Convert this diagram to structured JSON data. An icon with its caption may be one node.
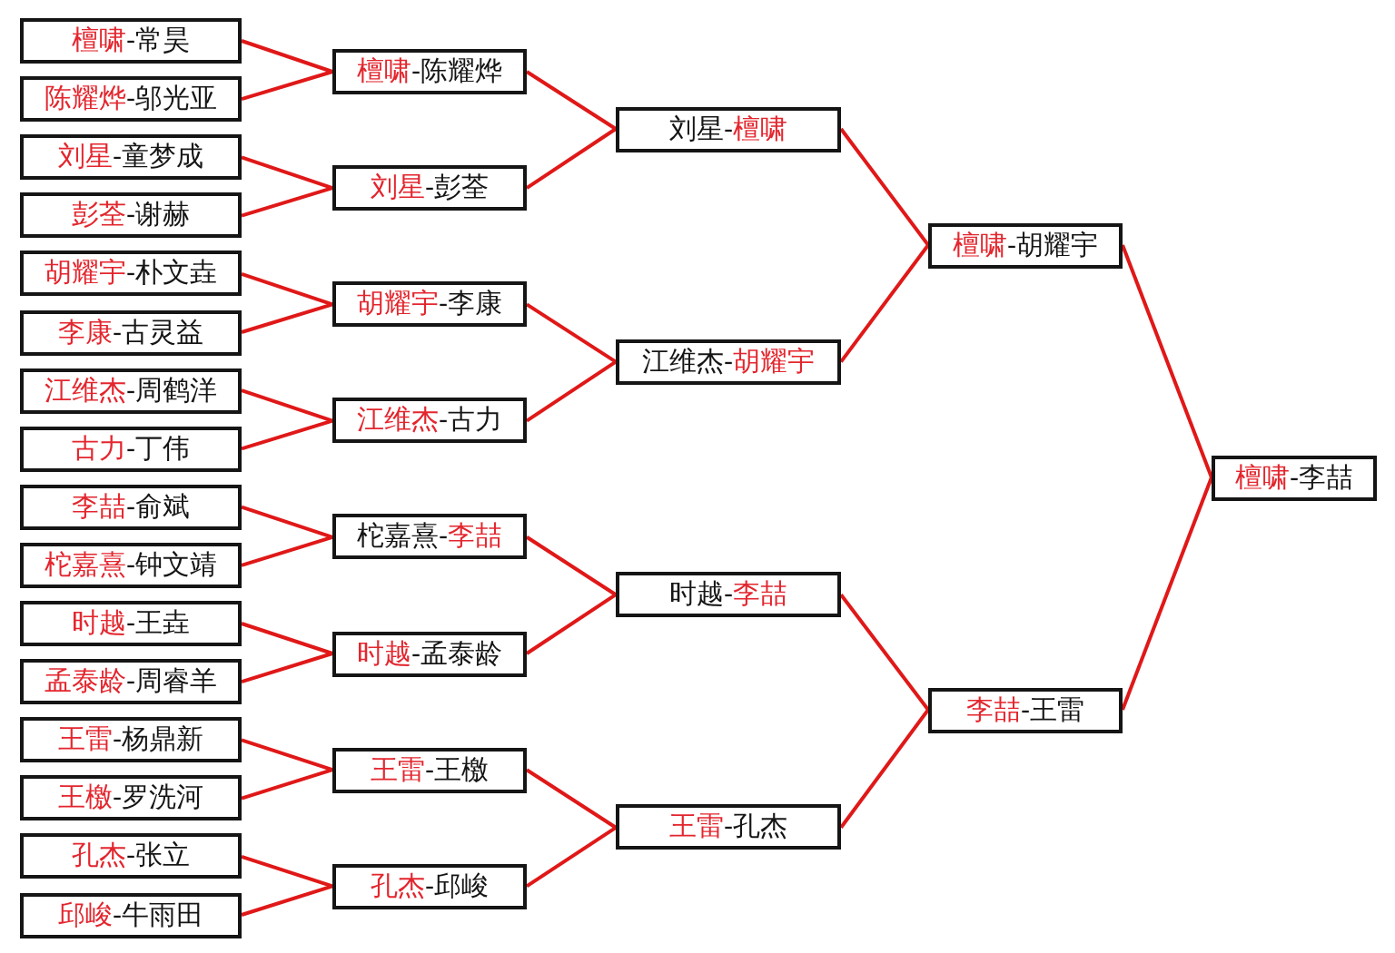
{
  "diagram": {
    "nodes": [
      {
        "text": [
          "*檀啸*-常昊"
        ]
      },
      {
        "text": [
          "*陈耀烨*-邬光亚"
        ]
      },
      {
        "text": [
          "*刘星*-童梦成"
        ]
      },
      {
        "text": [
          "*彭荃*-谢赫"
        ]
      },
      {
        "text": [
          "*胡耀宇*-朴文垚"
        ]
      },
      {
        "text": [
          "*李康*-古灵益"
        ]
      },
      {
        "text": [
          "*江维杰*-周鹤洋"
        ]
      },
      {
        "text": [
          "*古力*-丁伟"
        ]
      },
      {
        "text": [
          "*李喆*-俞斌"
        ]
      },
      {
        "text": [
          "*柁嘉熹*-钟文靖"
        ]
      },
      {
        "text": [
          "*时越*-王垚"
        ]
      },
      {
        "text": [
          "*孟泰龄*-周睿羊"
        ]
      },
      {
        "text": [
          "*王雷*-杨鼎新"
        ]
      },
      {
        "text": [
          "*王檄*-罗洗河"
        ]
      },
      {
        "text": [
          "*孔杰*-张立"
        ]
      },
      {
        "text": [
          "*邱峻*-牛雨田"
        ]
      },
      {
        "text": [
          "*檀啸*-陈耀烨"
        ]
      },
      {
        "text": [
          "*刘星*-彭荃"
        ]
      },
      {
        "text": [
          "*胡耀宇*-李康"
        ]
      },
      {
        "text": [
          "*江维杰*-古力"
        ]
      },
      {
        "text": [
          "柁嘉熹-*李喆*"
        ]
      },
      {
        "text": [
          "*时越*-孟泰龄"
        ]
      },
      {
        "text": [
          "*王雷*-王檄"
        ]
      },
      {
        "text": [
          "*孔杰*-邱峻"
        ]
      },
      {
        "text": [
          "刘星-*檀啸*"
        ]
      },
      {
        "text": [
          "江维杰-*胡耀宇*"
        ]
      },
      {
        "text": [
          "时越-*李喆*"
        ]
      },
      {
        "text": [
          "*王雷*-孔杰"
        ]
      },
      {
        "text": [
          "*檀啸*-胡耀宇"
        ]
      },
      {
        "text": [
          "*李喆*-王雷"
        ]
      },
      {
        "text": [
          "*檀啸*-李喆"
        ]
      }
    ],
    "edges": [
      {
        "from": 0,
        "to": 16,
        "arrow": "none"
      },
      {
        "from": 1,
        "to": 16,
        "arrow": "none"
      },
      {
        "from": 2,
        "to": 17,
        "arrow": "none"
      },
      {
        "from": 3,
        "to": 17,
        "arrow": "none"
      },
      {
        "from": 4,
        "to": 18,
        "arrow": "none"
      },
      {
        "from": 5,
        "to": 18,
        "arrow": "none"
      },
      {
        "from": 6,
        "to": 19,
        "arrow": "none"
      },
      {
        "from": 7,
        "to": 19,
        "arrow": "none"
      },
      {
        "from": 8,
        "to": 20,
        "arrow": "none"
      },
      {
        "from": 9,
        "to": 20,
        "arrow": "none"
      },
      {
        "from": 10,
        "to": 21,
        "arrow": "none"
      },
      {
        "from": 11,
        "to": 21,
        "arrow": "none"
      },
      {
        "from": 12,
        "to": 22,
        "arrow": "none"
      },
      {
        "from": 13,
        "to": 22,
        "arrow": "none"
      },
      {
        "from": 14,
        "to": 23,
        "arrow": "none"
      },
      {
        "from": 15,
        "to": 23,
        "arrow": "none"
      },
      {
        "from": 16,
        "to": 24,
        "arrow": "none"
      },
      {
        "from": 17,
        "to": 24,
        "arrow": "none"
      },
      {
        "from": 18,
        "to": 25,
        "arrow": "none"
      },
      {
        "from": 19,
        "to": 25,
        "arrow": "none"
      },
      {
        "from": 20,
        "to": 26,
        "arrow": "none"
      },
      {
        "from": 21,
        "to": 26,
        "arrow": "none"
      },
      {
        "from": 22,
        "to": 27,
        "arrow": "none"
      },
      {
        "from": 23,
        "to": 27,
        "arrow": "none"
      },
      {
        "from": 24,
        "to": 28,
        "arrow": "none"
      },
      {
        "from": 25,
        "to": 28,
        "arrow": "none"
      },
      {
        "from": 26,
        "to": 29,
        "arrow": "none"
      },
      {
        "from": 27,
        "to": 29,
        "arrow": "none"
      },
      {
        "from": 28,
        "to": 30,
        "arrow": "none"
      },
      {
        "from": 29,
        "to": 30,
        "arrow": "none"
      }
    ]
  }
}
